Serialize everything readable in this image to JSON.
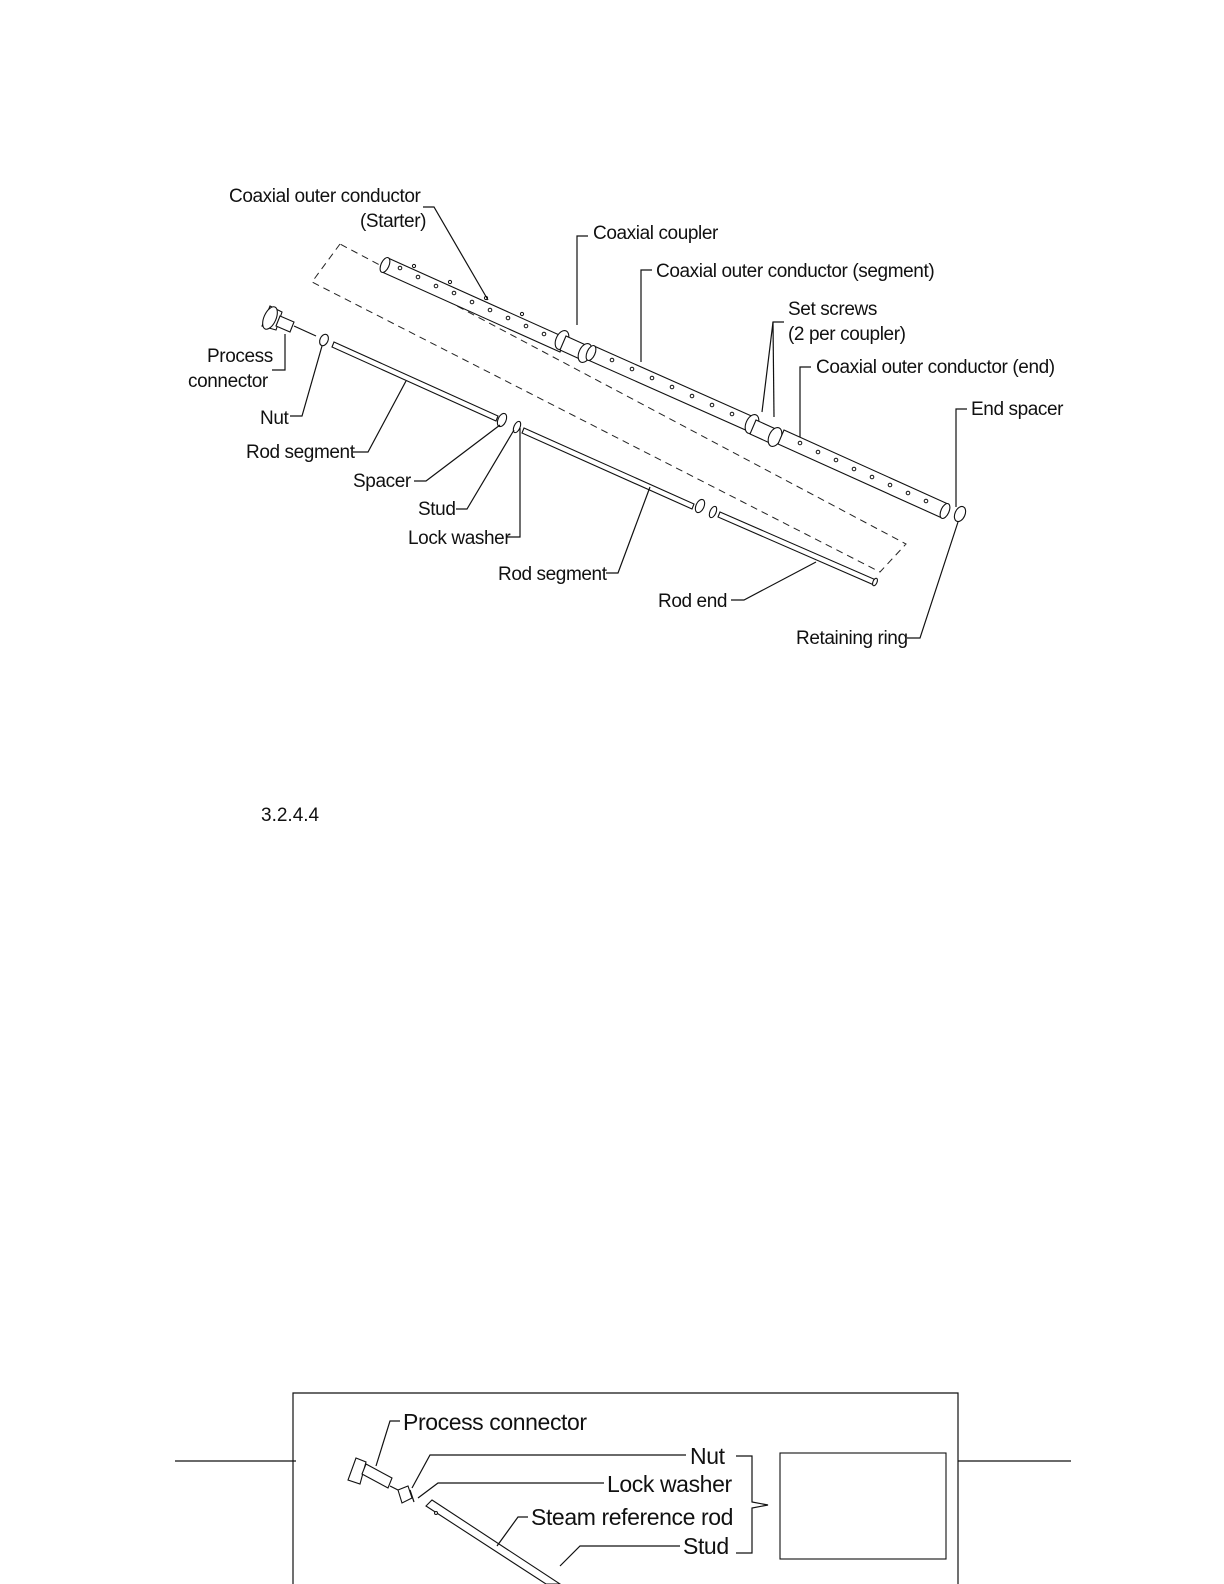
{
  "section_number": "3.2.4.4",
  "figure1": {
    "labels": {
      "outer_starter_1": "Coaxial outer conductor",
      "outer_starter_2": "(Starter)",
      "coupler": "Coaxial coupler",
      "outer_segment": "Coaxial outer conductor (segment)",
      "set_screws_1": "Set screws",
      "set_screws_2": "(2 per coupler)",
      "outer_end": "Coaxial outer conductor (end)",
      "end_spacer": "End spacer",
      "process_1": "Process",
      "process_2": "connector",
      "nut": "Nut",
      "rod_segment_1": "Rod segment",
      "spacer": "Spacer",
      "stud": "Stud",
      "lock_washer": "Lock washer",
      "rod_segment_2": "Rod segment",
      "rod_end": "Rod end",
      "retaining_ring": "Retaining ring"
    }
  },
  "figure2": {
    "labels": {
      "process_connector": "Process connector",
      "nut": "Nut",
      "lock_washer": "Lock washer",
      "steam_reference_rod": "Steam reference rod",
      "stud": "Stud"
    }
  }
}
